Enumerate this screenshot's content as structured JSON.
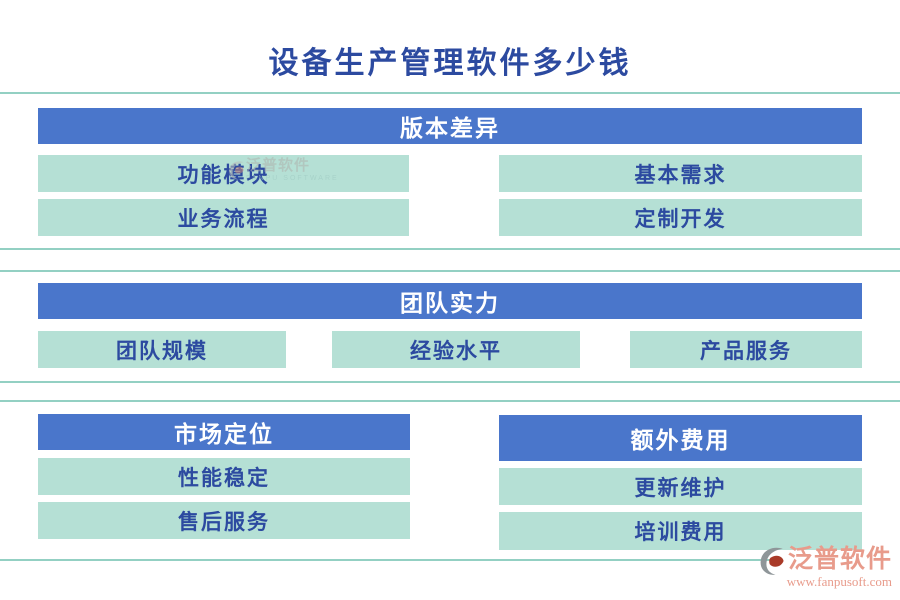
{
  "title": "设备生产管理软件多少钱",
  "sections": {
    "version_diff": {
      "header": "版本差异",
      "items": [
        "功能模块",
        "基本需求",
        "业务流程",
        "定制开发"
      ]
    },
    "team_strength": {
      "header": "团队实力",
      "items": [
        "团队规模",
        "经验水平",
        "产品服务"
      ]
    },
    "market_position": {
      "header": "市场定位",
      "items": [
        "性能稳定",
        "售后服务"
      ]
    },
    "extra_cost": {
      "header": "额外费用",
      "items": [
        "更新维护",
        "培训费用"
      ]
    }
  },
  "watermark_inline": {
    "brand_cn": "泛普软件",
    "brand_en": "FANPU SOFTWARE",
    "icon": "fanpu-logo-icon"
  },
  "watermark_footer": {
    "brand_cn": "泛普软件",
    "url": "www.fanpusoft.com",
    "icon": "fanpu-logo-icon"
  },
  "colors": {
    "header_blue": "#4A76CB",
    "cell_mint": "#B5E0D5",
    "divider_teal": "#93D0C3",
    "text_blue": "#2C4AA0",
    "watermark_salmon": "#E89B8B"
  }
}
